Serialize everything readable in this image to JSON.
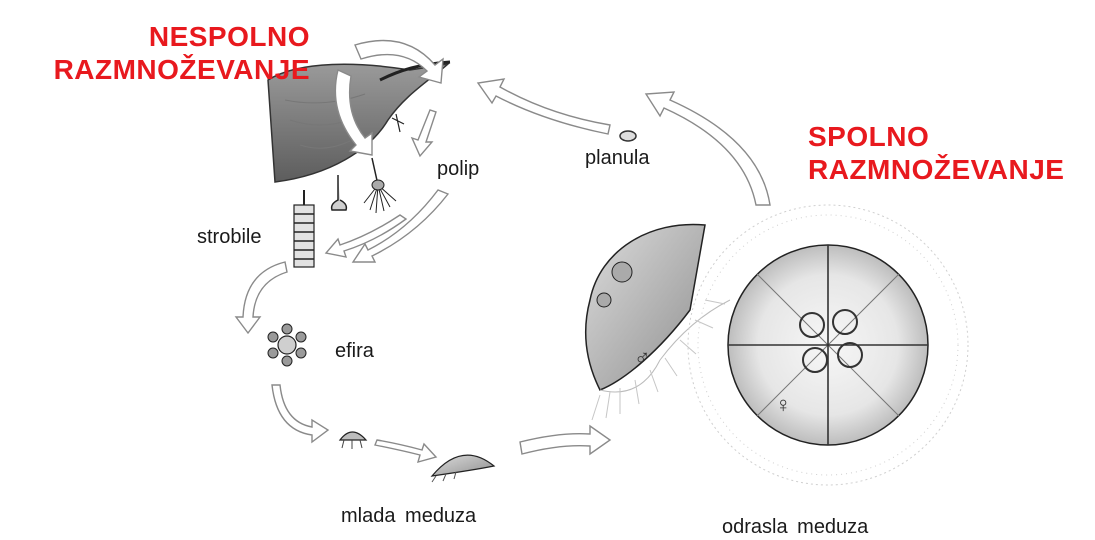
{
  "headings": {
    "asexual": [
      "NESPOLNO",
      "RAZMNOŽEVANJE"
    ],
    "sexual": [
      "SPOLNO",
      "RAZMNOŽEVANJE"
    ]
  },
  "stages": {
    "polip": "polip",
    "planula": "planula",
    "strobile": "strobile",
    "efira": "efira",
    "mlada_meduza": "mlada meduza",
    "odrasla_meduza": "odrasla meduza"
  },
  "symbols": {
    "male": "♂",
    "female": "♀"
  },
  "colors": {
    "heading": "#e8191e",
    "text": "#1a1a1a",
    "arrow_fill": "#ffffff",
    "arrow_stroke": "#8a8a8a"
  }
}
